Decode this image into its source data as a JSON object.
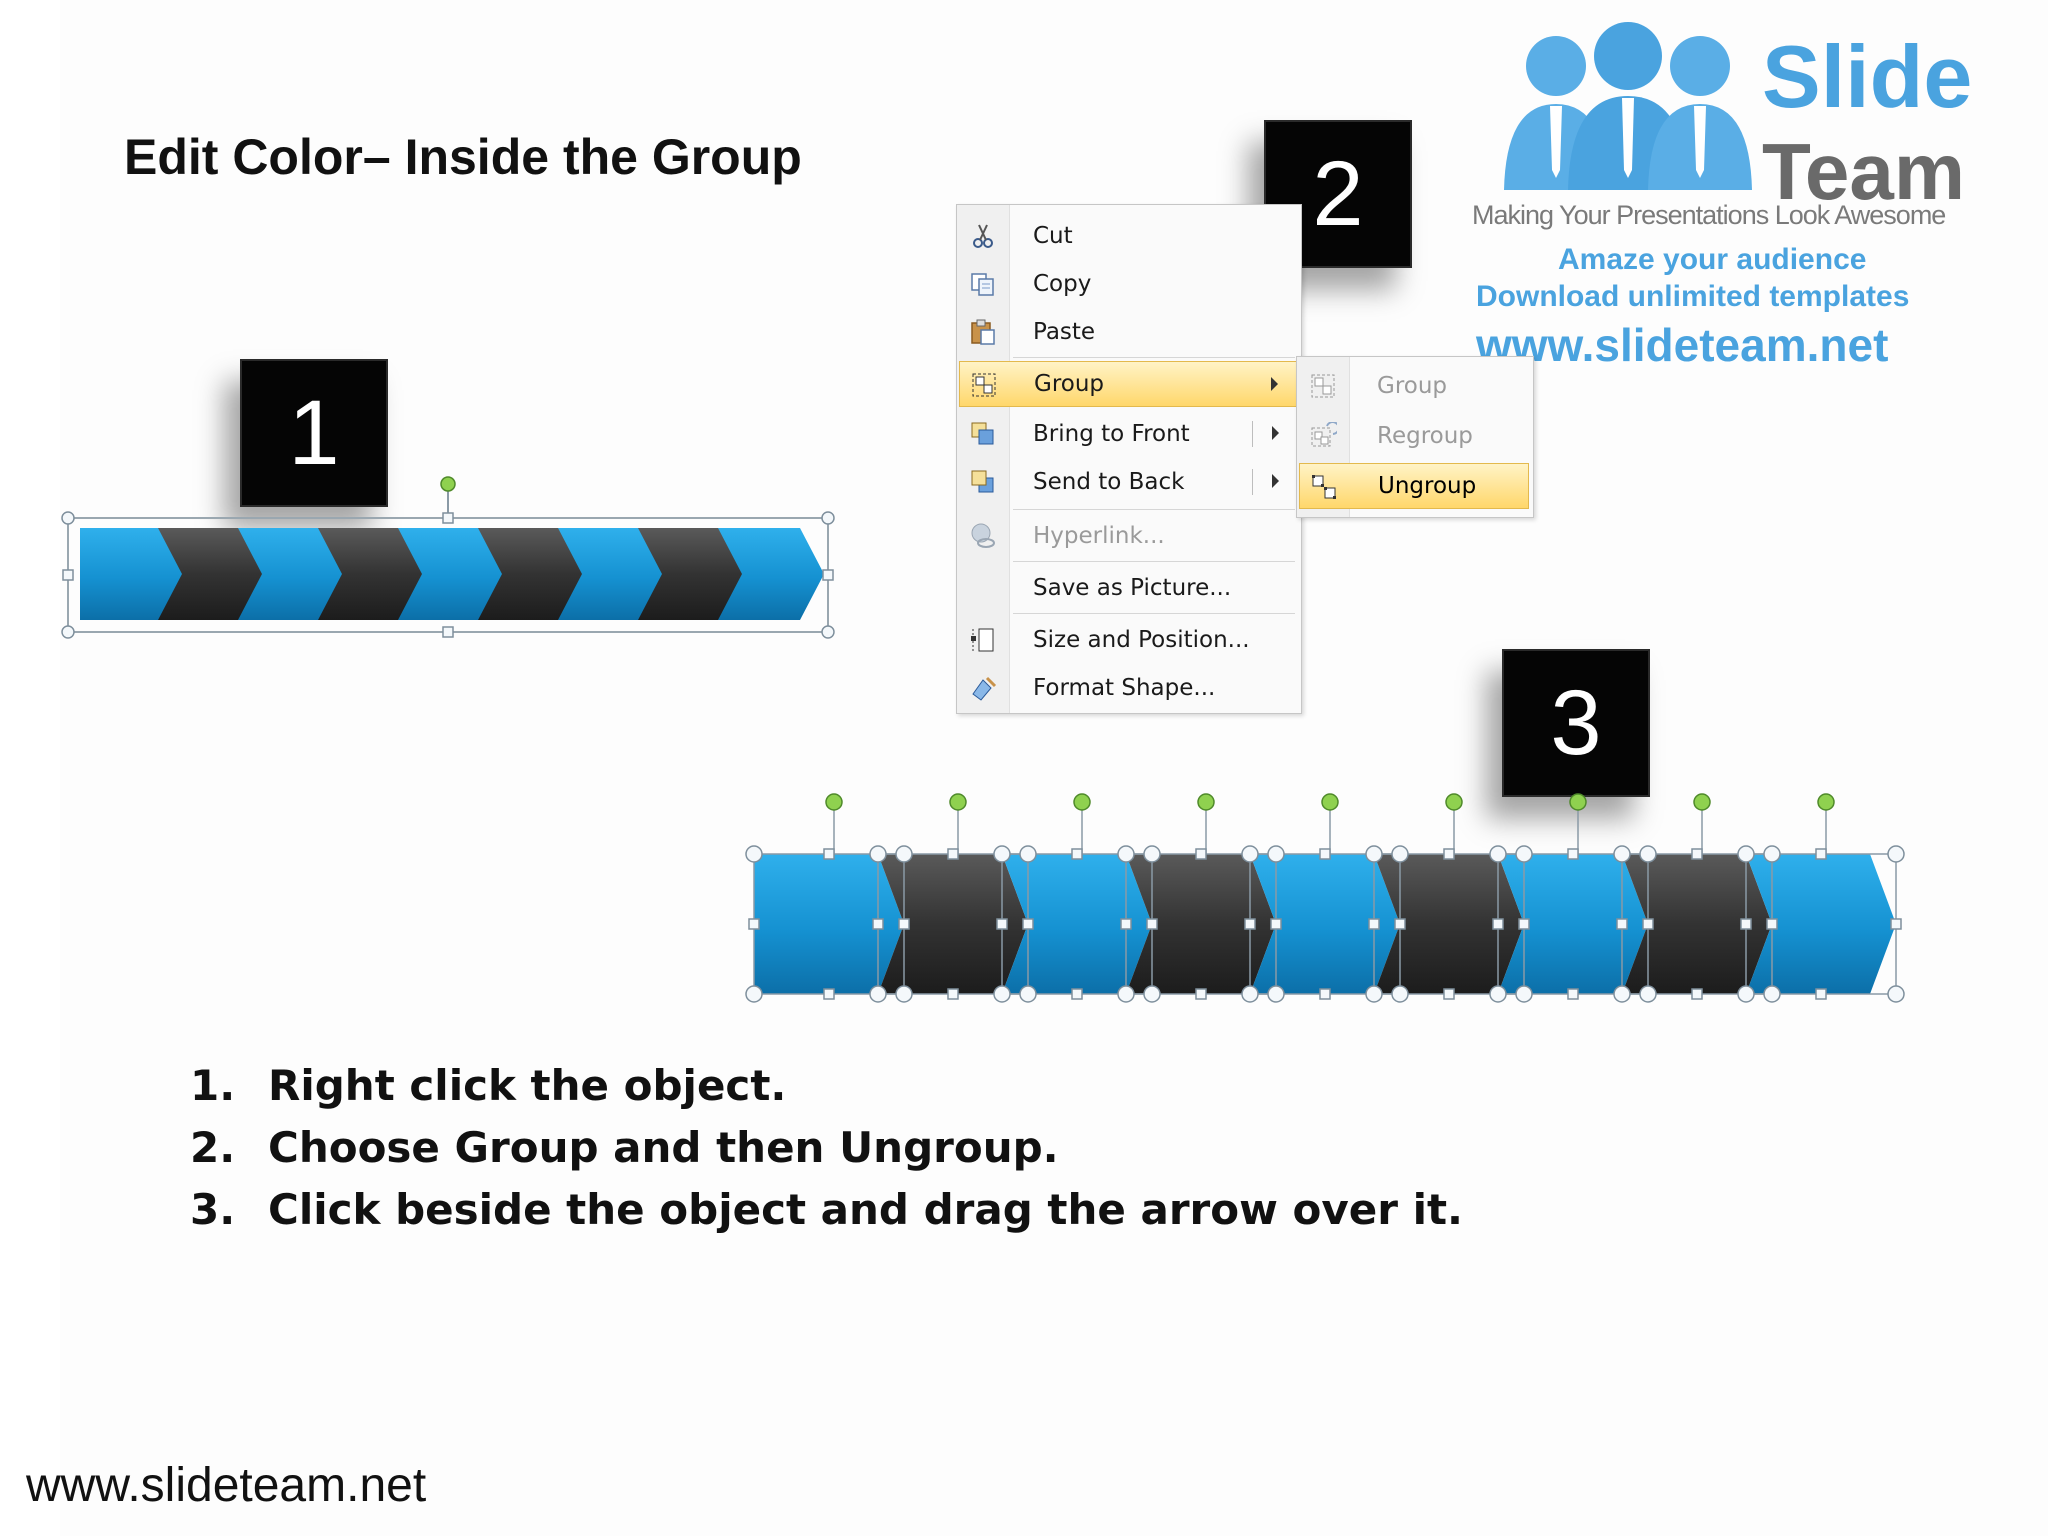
{
  "slide": {
    "title": "Edit Color– Inside the Group",
    "step_badges": [
      "1",
      "2",
      "3"
    ],
    "instructions": [
      {
        "num": "1.",
        "text": "Right click the object."
      },
      {
        "num": "2.",
        "text": "Choose Group and then Ungroup."
      },
      {
        "num": "3.",
        "text": "Click beside the object and drag the arrow over it."
      }
    ],
    "footer_url": "www.slideteam.net"
  },
  "logo": {
    "line1": "Slide",
    "line2": "Team",
    "tagline": "Making Your Presentations Look Awesome",
    "promo1": "Amaze your audience",
    "promo2": "Download unlimited templates",
    "url": "www.slideteam.net"
  },
  "context_menu": {
    "items": [
      {
        "label": "Cut",
        "icon": "scissors-icon"
      },
      {
        "label": "Copy",
        "icon": "copy-icon"
      },
      {
        "label": "Paste",
        "icon": "paste-icon"
      },
      {
        "label": "Group",
        "icon": "group-icon",
        "highlighted": true,
        "has_submenu": true
      },
      {
        "label": "Bring to Front",
        "icon": "bring-to-front-icon",
        "has_submenu": true
      },
      {
        "label": "Send to Back",
        "icon": "send-to-back-icon",
        "has_submenu": true
      },
      {
        "label": "Hyperlink...",
        "icon": "hyperlink-icon",
        "disabled": true
      },
      {
        "label": "Save as Picture...",
        "icon": ""
      },
      {
        "label": "Size and Position...",
        "icon": "size-position-icon"
      },
      {
        "label": "Format Shape...",
        "icon": "format-shape-icon"
      }
    ]
  },
  "group_submenu": {
    "items": [
      {
        "label": "Group",
        "icon": "group-icon",
        "disabled": true
      },
      {
        "label": "Regroup",
        "icon": "regroup-icon",
        "disabled": true
      },
      {
        "label": "Ungroup",
        "icon": "ungroup-icon",
        "highlighted": true
      }
    ]
  },
  "colors": {
    "blue": "#1a9ad8",
    "dark": "#3a3a3a",
    "menu_highlight": "#ffd76b",
    "logo_blue": "#4aa3df"
  }
}
